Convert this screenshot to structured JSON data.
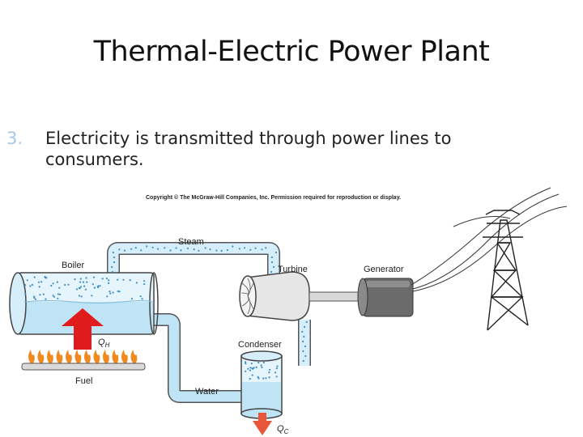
{
  "slide": {
    "title": "Thermal-Electric Power Plant",
    "bullet_number": "3.",
    "bullet_line1": "Electricity is transmitted through power lines to",
    "bullet_line2": "consumers."
  },
  "diagram": {
    "copyright": "Copyright © The McGraw-Hill Companies, Inc. Permission required for reproduction or display.",
    "labels": {
      "steam": "Steam",
      "boiler": "Boiler",
      "turbine": "Turbine",
      "generator": "Generator",
      "condenser": "Condenser",
      "fuel": "Fuel",
      "water": "Water",
      "qh_main": "Q",
      "qh_sub": "H",
      "qc_main": "Q",
      "qc_sub": "C"
    },
    "colors": {
      "water": "#bfe4f6",
      "pipe_fill": "#d6eef9",
      "pipe_stroke": "#555555",
      "steam_dots": "#3d8fc4",
      "heat_arrow": "#e01b1b",
      "cold_arrow": "#e8553a",
      "flame": "#f08a1e",
      "generator": "#6b6b6b"
    }
  }
}
